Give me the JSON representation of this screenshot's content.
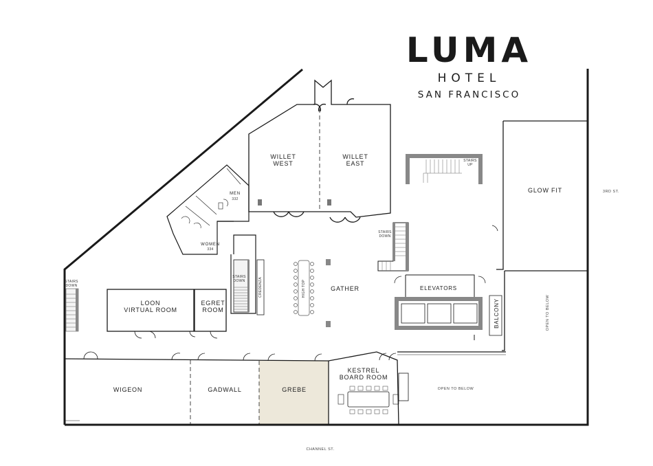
{
  "logo": {
    "brand": "LUMA",
    "subtitle": "HOTEL",
    "city": "SAN FRANCISCO"
  },
  "rooms": {
    "willet_west": "WILLET\nWEST",
    "willet_east": "WILLET\nEAST",
    "men": "MEN",
    "men_number": "332",
    "women": "WOMEN",
    "women_number": "334",
    "loon": "LOON\nVIRTUAL ROOM",
    "egret": "EGRET\nROOM",
    "gather": "GATHER",
    "elevators": "ELEVATORS",
    "balcony": "BALCONY",
    "glow_fit": "GLOW FIT",
    "wigeon": "WIGEON",
    "gadwall": "GADWALL",
    "grebe": "GREBE",
    "kestrel": "KESTREL\nBOARD ROOM",
    "open_to_below_bottom": "OPEN TO BELOW",
    "open_to_below_side": "OPEN TO BELOW",
    "credenza": "CREDENZA",
    "high_top": "HIGH TOP"
  },
  "stairs": {
    "up": "STAIRS\nUP",
    "down_center": "STAIRS\nDOWN",
    "down_left": "STAIRS\nDOWN",
    "down_right": "STAIRS\nDOWN"
  },
  "streets": {
    "third": "3RD ST.",
    "channel": "CHANNEL ST."
  },
  "colors": {
    "walls": "#1a1a1a",
    "grebe_highlight": "#ede8da",
    "stair_fill": "#888888"
  }
}
